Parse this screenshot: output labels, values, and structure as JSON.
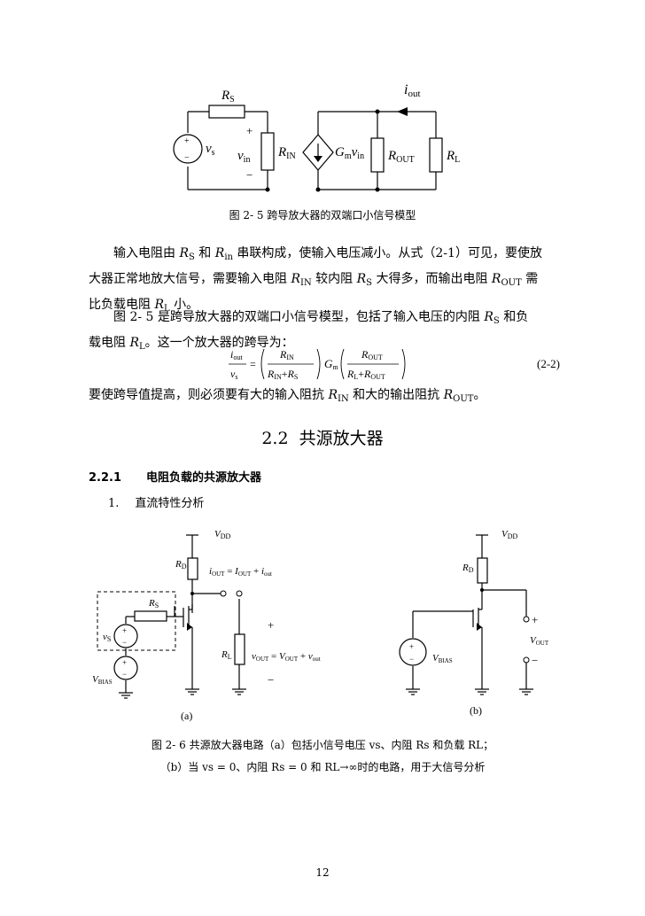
{
  "fig25": {
    "caption": "图 2- 5  跨导放大器的双端口小信号模型",
    "labels": {
      "rs": "R",
      "rs_sub": "S",
      "vs": "v",
      "vs_sub": "s",
      "plus": "+",
      "minus": "−",
      "vin": "v",
      "vin_sub": "in",
      "rin": "R",
      "rin_sub": "IN",
      "gm": "G",
      "gm_sub": "m",
      "gm_vin": "v",
      "gm_vin_sub": "in",
      "rout": "R",
      "rout_sub": "OUT",
      "rl": "R",
      "rl_sub": "L",
      "iout": "i",
      "iout_sub": "out"
    }
  },
  "para1": {
    "l1a": "输入电阻由 ",
    "l1b": "R",
    "l1c": "S",
    "l1d": " 和 ",
    "l1e": "R",
    "l1f": "in",
    "l1g": " 串联构成，使输入电压减小。从式（2-1）可见，要使放",
    "l2a": "大器正常地放大信号，需要输入电阻 ",
    "l2b": "R",
    "l2c": "IN",
    "l2d": " 较内阻 ",
    "l2e": "R",
    "l2f": "S",
    "l2g": " 大得多，而输出电阻 ",
    "l2h": "R",
    "l2i": "OUT",
    "l2j": " 需",
    "l3a": "比负载电阻 ",
    "l3b": "R",
    "l3c": "L",
    "l3d": " 小。"
  },
  "para2": {
    "l1a": "图 2- 5 是跨导放大器的双端口小信号模型，包括了输入电压的内阻 ",
    "l1b": "R",
    "l1c": "S",
    "l1d": " 和负",
    "l2a": "载电阻 ",
    "l2b": "R",
    "l2c": "L",
    "l2d": "。这一个放大器的跨导为："
  },
  "equation": {
    "lhs_num": "i",
    "lhs_num_sub": "out",
    "lhs_den": "v",
    "lhs_den_sub": "s",
    "eq": "=",
    "f1_num": "R",
    "f1_num_sub": "IN",
    "f1_den_a": "R",
    "f1_den_a_sub": "IN",
    "f1_den_plus": "+",
    "f1_den_b": "R",
    "f1_den_b_sub": "S",
    "gm": "G",
    "gm_sub": "m",
    "f2_num": "R",
    "f2_num_sub": "OUT",
    "f2_den_a": "R",
    "f2_den_a_sub": "L",
    "f2_den_plus": "+",
    "f2_den_b": "R",
    "f2_den_b_sub": "OUT",
    "number": "(2-2)"
  },
  "para3": {
    "a": "要使跨导值提高，则必须要有大的输入阻抗 ",
    "b": "R",
    "c": "IN",
    "d": " 和大的输出阻抗 ",
    "e": "R",
    "f": "OUT",
    "g": "。"
  },
  "section": {
    "number": "2.2",
    "title": "共源放大器"
  },
  "subsection": {
    "number": "2.2.1",
    "title": "电阻负载的共源放大器"
  },
  "item": {
    "number": "1.",
    "title": "直流特性分析"
  },
  "fig26": {
    "vdd": "V",
    "vdd_sub": "DD",
    "rd": "R",
    "rd_sub": "D",
    "iout_eq": "i",
    "iout_eq_sub": "OUT",
    "iout_eq_mid": " = ",
    "iout_eq_I": "I",
    "iout_eq_I_sub": "OUT",
    "iout_eq_plus": " + ",
    "iout_eq_i": "i",
    "iout_eq_i_sub": "out",
    "rs": "R",
    "rs_sub": "S",
    "vs": "v",
    "vs_sub": "S",
    "vbias": "V",
    "vbias_sub": "BIAS",
    "rl": "R",
    "rl_sub": "L",
    "vout_eq": "v",
    "vout_eq_sub": "OUT",
    "vout_eq_mid": " = ",
    "vout_eq_V": "V",
    "vout_eq_V_sub": "OUT",
    "vout_eq_plus": " + ",
    "vout_eq_v": "v",
    "vout_eq_v_sub": "out",
    "plus": "+",
    "minus": "−",
    "label_a": "(a)",
    "label_b": "(b)",
    "b_vdd": "V",
    "b_vdd_sub": "DD",
    "b_rd": "R",
    "b_rd_sub": "D",
    "b_vbias": "V",
    "b_vbias_sub": "BIAS",
    "b_vout": "V",
    "b_vout_sub": "OUT",
    "caption1": "图 2- 6 共源放大器电路（a）包括小信号电压 vs、内阻 Rs 和负载 RL；",
    "caption2": "（b）当 vs = 0、内阻 Rs  = 0 和 RL→∞时的电路，用于大信号分析"
  },
  "page_number": "12"
}
